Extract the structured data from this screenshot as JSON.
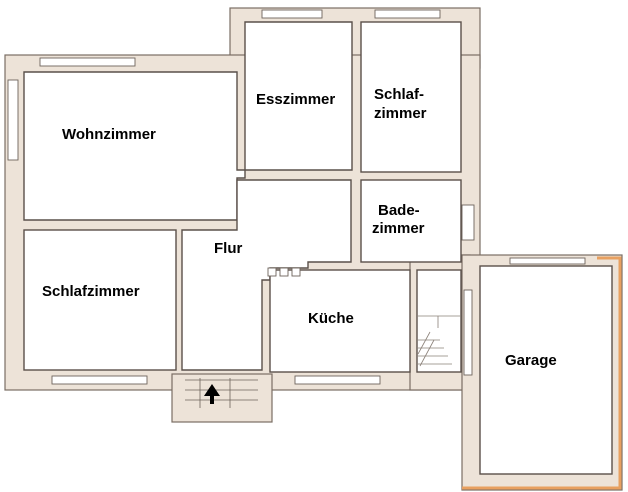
{
  "rooms": {
    "wohnzimmer": "Wohnzimmer",
    "esszimmer": "Esszimmer",
    "schlaf_top_line1": "Schlaf-",
    "schlaf_top_line2": "zimmer",
    "bade_line1": "Bade-",
    "bade_line2": "zimmer",
    "flur": "Flur",
    "schlafzimmer": "Schlafzimmer",
    "kueche": "Küche",
    "garage": "Garage"
  },
  "icons": {
    "entrance": "entrance-arrow-icon"
  },
  "colors": {
    "wall": "#ede3d8",
    "garage_edge": "#e8a060"
  }
}
